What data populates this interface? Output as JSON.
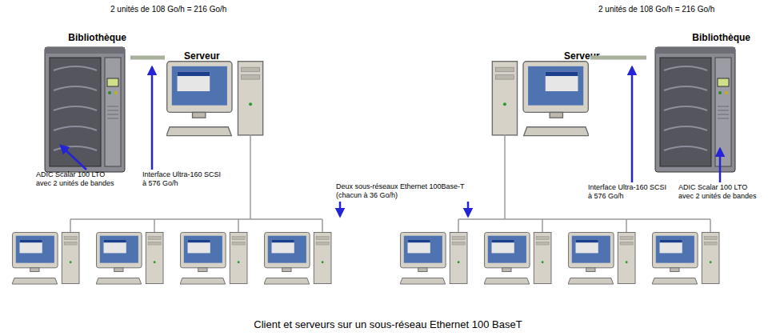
{
  "diagram": {
    "caption": "Client et serveurs sur un sous-réseau Ethernet 100 BaseT",
    "nodes": [
      {
        "text": [
          "Bibliothèque"
        ]
      },
      {
        "text": [
          "Serveur"
        ]
      },
      {
        "text": [
          "Serveur"
        ]
      },
      {
        "text": [
          "Bibliothèque"
        ]
      }
    ],
    "edges": [
      {
        "from": 0,
        "to": 1,
        "arrow": "none"
      },
      {
        "from": 2,
        "to": 3,
        "arrow": "none"
      }
    ],
    "labels": [
      "2 unités de 108 Go/h = 216 Go/h",
      "ADIC Scalar 100 LTO avec 2 unités de bandes",
      "Interface Ultra-160 SCSI à 576 Go/h",
      "Deux sous-réseaux Ethernet 100Base-T (chacun à 36 Go/h)",
      "2 unités de 108 Go/h = 216 Go/h",
      "Interface Ultra-160 SCSI à 576 Go/h",
      "ADIC Scalar 100 LTO avec 2 unités de bandes"
    ]
  }
}
